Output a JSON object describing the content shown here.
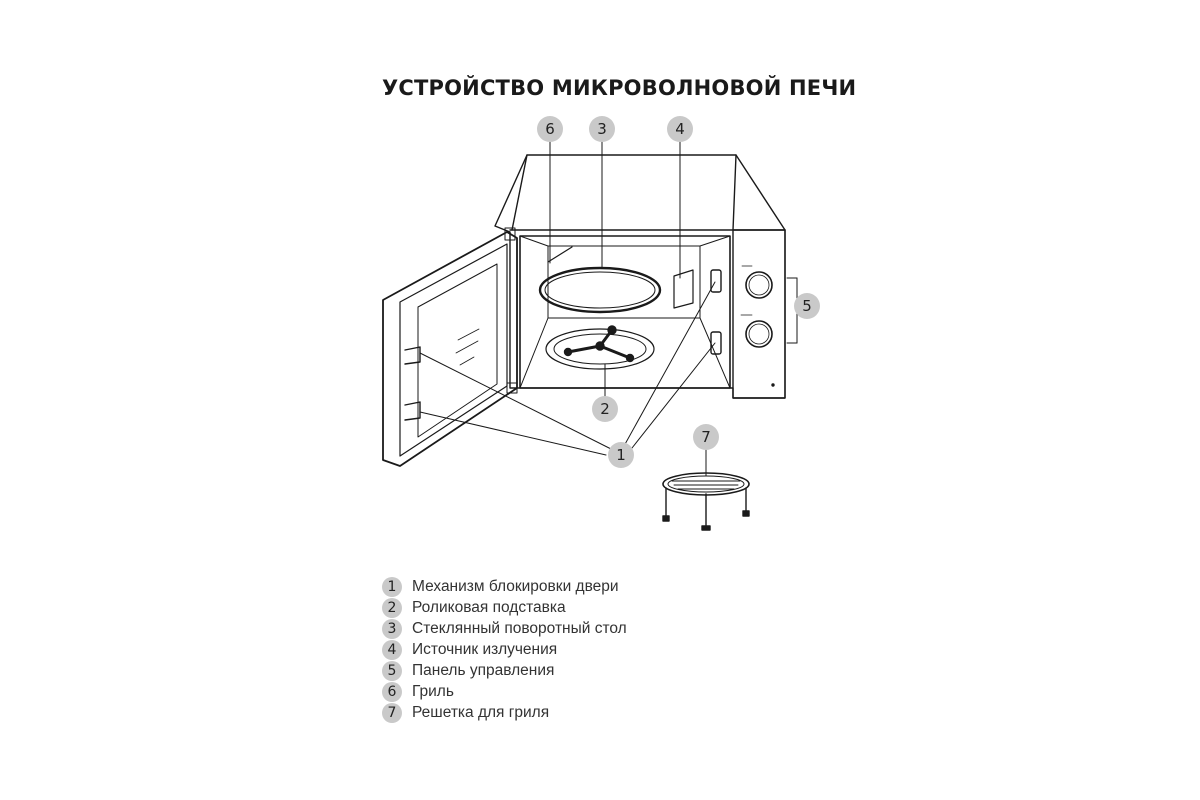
{
  "title": "УСТРОЙСТВО МИКРОВОЛНОВОЙ ПЕЧИ",
  "callouts": {
    "c1": "1",
    "c2": "2",
    "c3": "3",
    "c4": "4",
    "c5": "5",
    "c6": "6",
    "c7": "7"
  },
  "legend": [
    {
      "number": "1",
      "label": "Механизм блокировки двери"
    },
    {
      "number": "2",
      "label": "Роликовая подставка"
    },
    {
      "number": "3",
      "label": "Стеклянный поворотный стол"
    },
    {
      "number": "4",
      "label": "Источник излучения"
    },
    {
      "number": "5",
      "label": "Панель управления"
    },
    {
      "number": "6",
      "label": "Гриль"
    },
    {
      "number": "7",
      "label": "Решетка для гриля"
    }
  ],
  "colors": {
    "line": "#1a1a1a",
    "badge": "#c9c9c9"
  }
}
